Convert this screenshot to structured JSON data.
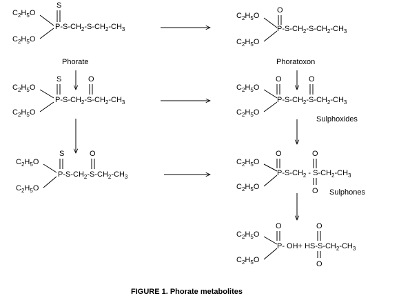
{
  "caption": "FIGURE 1.  Phorate metabolites",
  "group": "C2H5O",
  "labels": {
    "phorate": "Phorate",
    "phoratoxon": "Phoratoxon",
    "sulphoxides": "Sulphoxides",
    "sulphones": "Sulphones"
  },
  "atoms": {
    "sulfur": "S",
    "oxygen": "O",
    "phosphorus": "P"
  },
  "structures": {
    "phorate": {
      "top_atom": "S",
      "chain": [
        "P-S-CH",
        "2",
        "-S-CH",
        "2",
        "-CH",
        "3"
      ]
    },
    "phoratoxon": {
      "top_atom": "O",
      "chain": [
        "P-S-CH",
        "2",
        "-S-CH",
        "2",
        "-CH",
        "3"
      ]
    },
    "phorate_sulphoxide": {
      "top_atoms": [
        "S",
        "O"
      ],
      "chain": [
        "P-S-CH",
        "2",
        "-S-CH",
        "2",
        "-CH",
        "3"
      ]
    },
    "phoratoxon_sulphoxide": {
      "top_atoms": [
        "O",
        "O"
      ],
      "chain": [
        "P-S-CH",
        "2",
        "-S-CH",
        "2",
        "-CH",
        "3"
      ]
    },
    "phorate_sulphone": {
      "top_atoms": [
        "S",
        "O"
      ],
      "chain": [
        "P-S-CH",
        "2",
        "-S-CH",
        "2",
        "-CH",
        "3"
      ]
    },
    "phoratoxon_sulphone": {
      "top_atoms": [
        "O",
        "O"
      ],
      "bottom_atom": "O",
      "chain": [
        "P-S-CH",
        "2",
        " - S-CH",
        "2",
        "-CH",
        "3"
      ]
    },
    "hydrolysis_products": {
      "top_atoms": [
        "O",
        "O"
      ],
      "bottom_atom": "O",
      "chain": [
        "P- OH+ HS-S-CH",
        "2",
        "-CH",
        "3"
      ]
    }
  }
}
